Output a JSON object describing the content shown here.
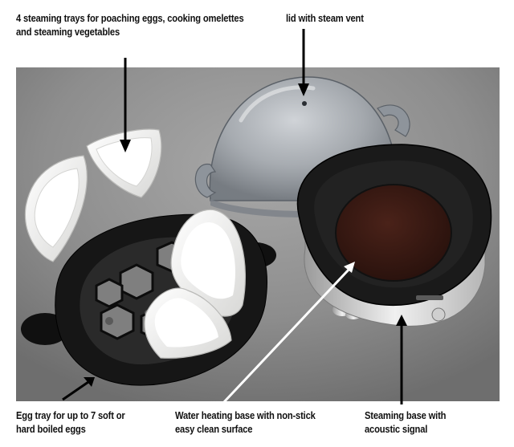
{
  "captions": {
    "steam_trays": {
      "line1": "4 steaming trays for poaching eggs, cooking omelettes",
      "line2": "and steaming vegetables"
    },
    "lid": {
      "line1": "lid with steam vent"
    },
    "egg_tray": {
      "line1": "Egg tray for up to 7 soft or",
      "line2": "hard boiled eggs"
    },
    "water_base": {
      "line1": "Water heating base with non-stick",
      "line2": "easy clean surface"
    },
    "steaming_base": {
      "line1": "Steaming base with",
      "line2": "acoustic signal"
    }
  },
  "colors": {
    "backdrop": "#8f8f8f",
    "tray_white": "#f2f2f0",
    "egg_tray_black": "#161616",
    "base_black": "#1a1a1a",
    "heating_plate": "#3a1b14",
    "lid_smoke": "#9aa0a6",
    "arrow_black": "#000000",
    "arrow_white": "#ffffff"
  }
}
